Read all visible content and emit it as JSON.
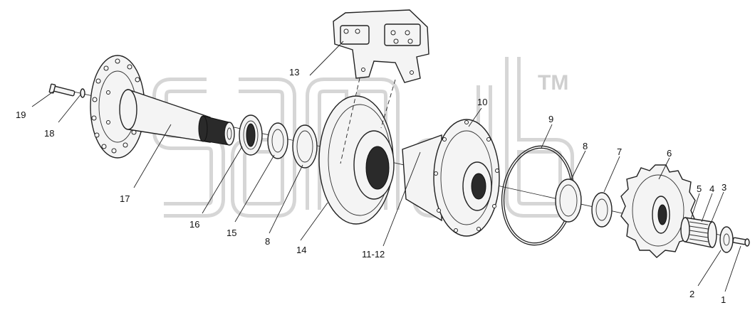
{
  "watermark": {
    "tm": "TM"
  },
  "callouts": [
    {
      "id": "callout-19",
      "label": "19"
    },
    {
      "id": "callout-18",
      "label": "18"
    },
    {
      "id": "callout-17",
      "label": "17"
    },
    {
      "id": "callout-16",
      "label": "16"
    },
    {
      "id": "callout-15",
      "label": "15"
    },
    {
      "id": "callout-8a",
      "label": "8"
    },
    {
      "id": "callout-14",
      "label": "14"
    },
    {
      "id": "callout-13",
      "label": "13"
    },
    {
      "id": "callout-11-12",
      "label": "11-12"
    },
    {
      "id": "callout-10",
      "label": "10"
    },
    {
      "id": "callout-9",
      "label": "9"
    },
    {
      "id": "callout-8b",
      "label": "8"
    },
    {
      "id": "callout-7",
      "label": "7"
    },
    {
      "id": "callout-6",
      "label": "6"
    },
    {
      "id": "callout-5",
      "label": "5"
    },
    {
      "id": "callout-4",
      "label": "4"
    },
    {
      "id": "callout-3",
      "label": "3"
    },
    {
      "id": "callout-2",
      "label": "2"
    },
    {
      "id": "callout-1",
      "label": "1"
    }
  ]
}
